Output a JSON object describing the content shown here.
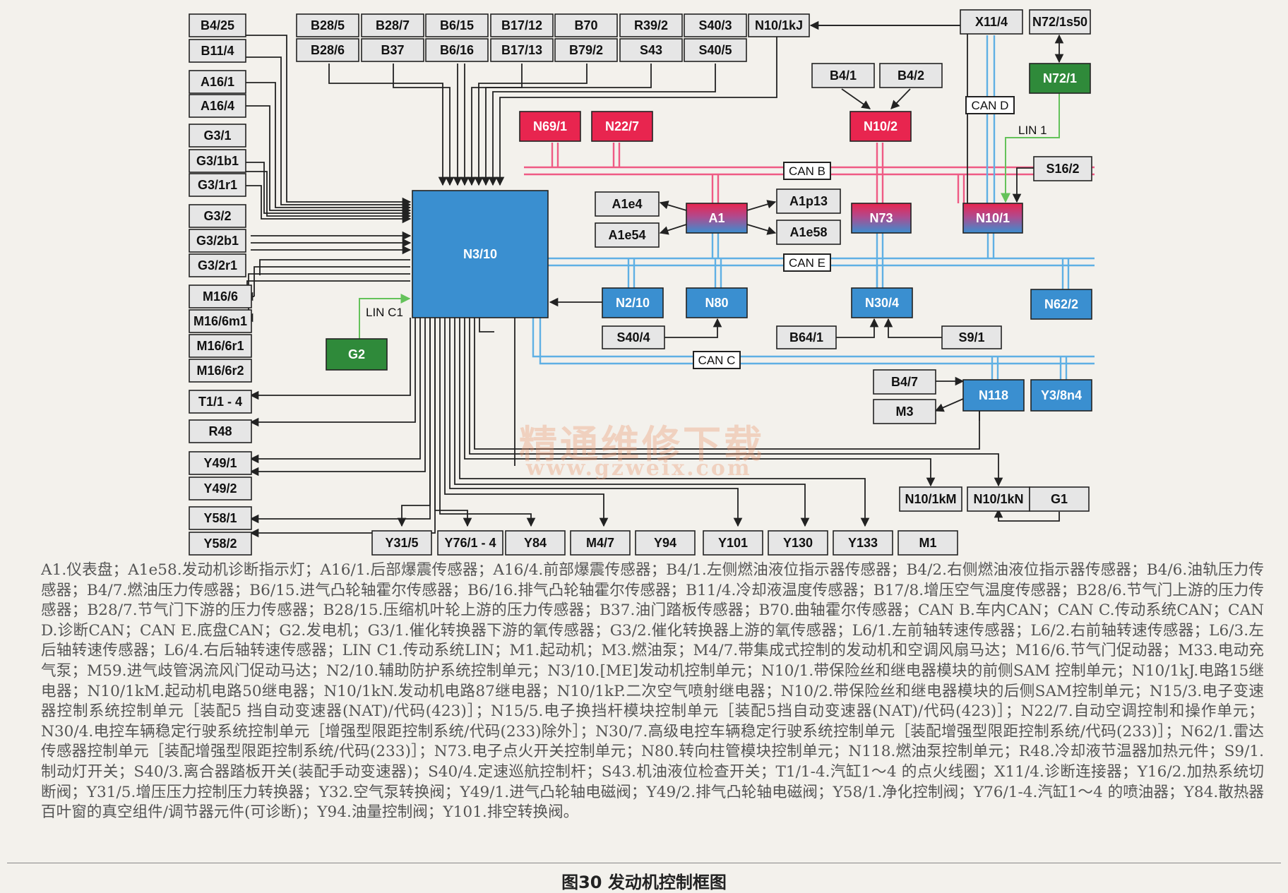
{
  "diagram": {
    "boxes": [
      {
        "id": "B4/25",
        "color": "gray"
      },
      {
        "id": "B11/4",
        "color": "gray"
      },
      {
        "id": "A16/1",
        "color": "gray"
      },
      {
        "id": "A16/4",
        "color": "gray"
      },
      {
        "id": "G3/1",
        "color": "gray"
      },
      {
        "id": "G3/1b1",
        "color": "gray"
      },
      {
        "id": "G3/1r1",
        "color": "gray"
      },
      {
        "id": "G3/2",
        "color": "gray"
      },
      {
        "id": "G3/2b1",
        "color": "gray"
      },
      {
        "id": "G3/2r1",
        "color": "gray"
      },
      {
        "id": "M16/6",
        "color": "gray"
      },
      {
        "id": "M16/6m1",
        "color": "gray"
      },
      {
        "id": "M16/6r1",
        "color": "gray"
      },
      {
        "id": "M16/6r2",
        "color": "gray"
      },
      {
        "id": "T1/1 - 4",
        "color": "gray"
      },
      {
        "id": "R48",
        "color": "gray"
      },
      {
        "id": "Y49/1",
        "color": "gray"
      },
      {
        "id": "Y49/2",
        "color": "gray"
      },
      {
        "id": "Y58/1",
        "color": "gray"
      },
      {
        "id": "Y58/2",
        "color": "gray"
      },
      {
        "id": "B28/5",
        "color": "gray"
      },
      {
        "id": "B28/6",
        "color": "gray"
      },
      {
        "id": "B28/7",
        "color": "gray"
      },
      {
        "id": "B37",
        "color": "gray"
      },
      {
        "id": "B6/15",
        "color": "gray"
      },
      {
        "id": "B6/16",
        "color": "gray"
      },
      {
        "id": "B17/12",
        "color": "gray"
      },
      {
        "id": "B17/13",
        "color": "gray"
      },
      {
        "id": "B70",
        "color": "gray"
      },
      {
        "id": "B79/2",
        "color": "gray"
      },
      {
        "id": "R39/2",
        "color": "gray"
      },
      {
        "id": "S43",
        "color": "gray"
      },
      {
        "id": "S40/3",
        "color": "gray"
      },
      {
        "id": "S40/5",
        "color": "gray"
      },
      {
        "id": "N10/1kJ",
        "color": "gray"
      },
      {
        "id": "X11/4",
        "color": "gray"
      },
      {
        "id": "N72/1s50",
        "color": "gray"
      },
      {
        "id": "N72/1",
        "color": "green"
      },
      {
        "id": "B4/1",
        "color": "gray"
      },
      {
        "id": "B4/2",
        "color": "gray"
      },
      {
        "id": "N69/1",
        "color": "red"
      },
      {
        "id": "N22/7",
        "color": "red"
      },
      {
        "id": "N10/2",
        "color": "red"
      },
      {
        "id": "S16/2",
        "color": "gray"
      },
      {
        "id": "N3/10",
        "color": "blue"
      },
      {
        "id": "A1e4",
        "color": "gray"
      },
      {
        "id": "A1e54",
        "color": "gray"
      },
      {
        "id": "A1",
        "color": "mix"
      },
      {
        "id": "A1p13",
        "color": "gray"
      },
      {
        "id": "A1e58",
        "color": "gray"
      },
      {
        "id": "N73",
        "color": "mix"
      },
      {
        "id": "N10/1",
        "color": "mix"
      },
      {
        "id": "N2/10",
        "color": "blue"
      },
      {
        "id": "N80",
        "color": "blue"
      },
      {
        "id": "N30/4",
        "color": "blue"
      },
      {
        "id": "N62/2",
        "color": "blue"
      },
      {
        "id": "S40/4",
        "color": "gray"
      },
      {
        "id": "B64/1",
        "color": "gray"
      },
      {
        "id": "S9/1",
        "color": "gray"
      },
      {
        "id": "G2",
        "color": "green"
      },
      {
        "id": "B4/7",
        "color": "gray"
      },
      {
        "id": "M3",
        "color": "gray"
      },
      {
        "id": "N118",
        "color": "blue"
      },
      {
        "id": "Y3/8n4",
        "color": "blue"
      },
      {
        "id": "N10/1kM",
        "color": "gray"
      },
      {
        "id": "N10/1kN",
        "color": "gray"
      },
      {
        "id": "G1",
        "color": "gray"
      },
      {
        "id": "Y31/5",
        "color": "gray"
      },
      {
        "id": "Y76/1 - 4",
        "color": "gray"
      },
      {
        "id": "Y84",
        "color": "gray"
      },
      {
        "id": "M4/7",
        "color": "gray"
      },
      {
        "id": "Y94",
        "color": "gray"
      },
      {
        "id": "Y101",
        "color": "gray"
      },
      {
        "id": "Y130",
        "color": "gray"
      },
      {
        "id": "Y133",
        "color": "gray"
      },
      {
        "id": "M1",
        "color": "gray"
      }
    ],
    "bus_labels": [
      "CAN B",
      "CAN E",
      "CAN C",
      "CAN D",
      "LIN 1",
      "LIN C1"
    ],
    "colors": {
      "gray": "#e6e6e6",
      "blue": "#3a8fd0",
      "red": "#e8254f",
      "green": "#2f8a3a",
      "can_pink": "#ef5a84",
      "can_blue": "#5fb0e4",
      "lin_green": "#64c25a"
    }
  },
  "watermark": {
    "cn": "精通维修下载",
    "url": "www.gzweix.com"
  },
  "legend_text": "A1.仪表盘；A1e58.发动机诊断指示灯；A16/1.后部爆震传感器；A16/4.前部爆震传感器；B4/1.左侧燃油液位指示器传感器；B4/2.右侧燃油液位指示器传感器；B4/6.油轨压力传感器；B4/7.燃油压力传感器；B6/15.进气凸轮轴霍尔传感器；B6/16.排气凸轮轴霍尔传感器；B11/4.冷却液温度传感器；B17/8.增压空气温度传感器；B28/6.节气门上游的压力传感器；B28/7.节气门下游的压力传感器；B28/15.压缩机叶轮上游的压力传感器；B37.油门踏板传感器；B70.曲轴霍尔传感器；CAN B.车内CAN；CAN C.传动系统CAN；CAN D.诊断CAN；CAN E.底盘CAN；G2.发电机；G3/1.催化转换器下游的氧传感器；G3/2.催化转换器上游的氧传感器；L6/1.左前轴转速传感器；L6/2.右前轴转速传感器；L6/3.左后轴转速传感器；L6/4.右后轴转速传感器；LIN C1.传动系统LIN；M1.起动机；M3.燃油泵；M4/7.带集成式控制的发动机和空调风扇马达；M16/6.节气门促动器；M33.电动充气泵；M59.进气歧管涡流风门促动马达；N2/10.辅助防护系统控制单元；N3/10.[ME]发动机控制单元；N10/1.带保险丝和继电器模块的前侧SAM 控制单元；N10/1kJ.电路15继电器；N10/1kM.起动机电路50继电器；N10/1kN.发动机电路87继电器；N10/1kP.二次空气喷射继电器；N10/2.带保险丝和继电器模块的后侧SAM控制单元；N15/3.电子变速器控制系统控制单元［装配5 挡自动变速器(NAT)/代码(423)］；N15/5.电子换挡杆模块控制单元［装配5挡自动变速器(NAT)/代码(423)］；N22/7.自动空调控制和操作单元；N30/4.电控车辆稳定行驶系统控制单元［增强型限距控制系统/代码(233)除外］；N30/7.高级电控车辆稳定行驶系统控制单元［装配增强型限距控制系统/代码(233)］；N62/1.雷达传感器控制单元［装配增强型限距控制系统/代码(233)］；N73.电子点火开关控制单元；N80.转向柱管模块控制单元；N118.燃油泵控制单元；R48.冷却液节温器加热元件；S9/1.制动灯开关；S40/3.离合器踏板开关(装配手动变速器)；S40/4.定速巡航控制杆；S43.机油液位检查开关；T1/1-4.汽缸1～4 的点火线圈；X11/4.诊断连接器；Y16/2.加热系统切断阀；Y31/5.增压压力控制压力转换器；Y32.空气泵转换阀；Y49/1.进气凸轮轴电磁阀；Y49/2.排气凸轮轴电磁阀；Y58/1.净化控制阀；Y76/1-4.汽缸1～4 的喷油器；Y84.散热器百叶窗的真空组件/调节器元件(可诊断)；Y94.油量控制阀；Y101.排空转换阀。",
  "caption": "图30 发动机控制框图"
}
